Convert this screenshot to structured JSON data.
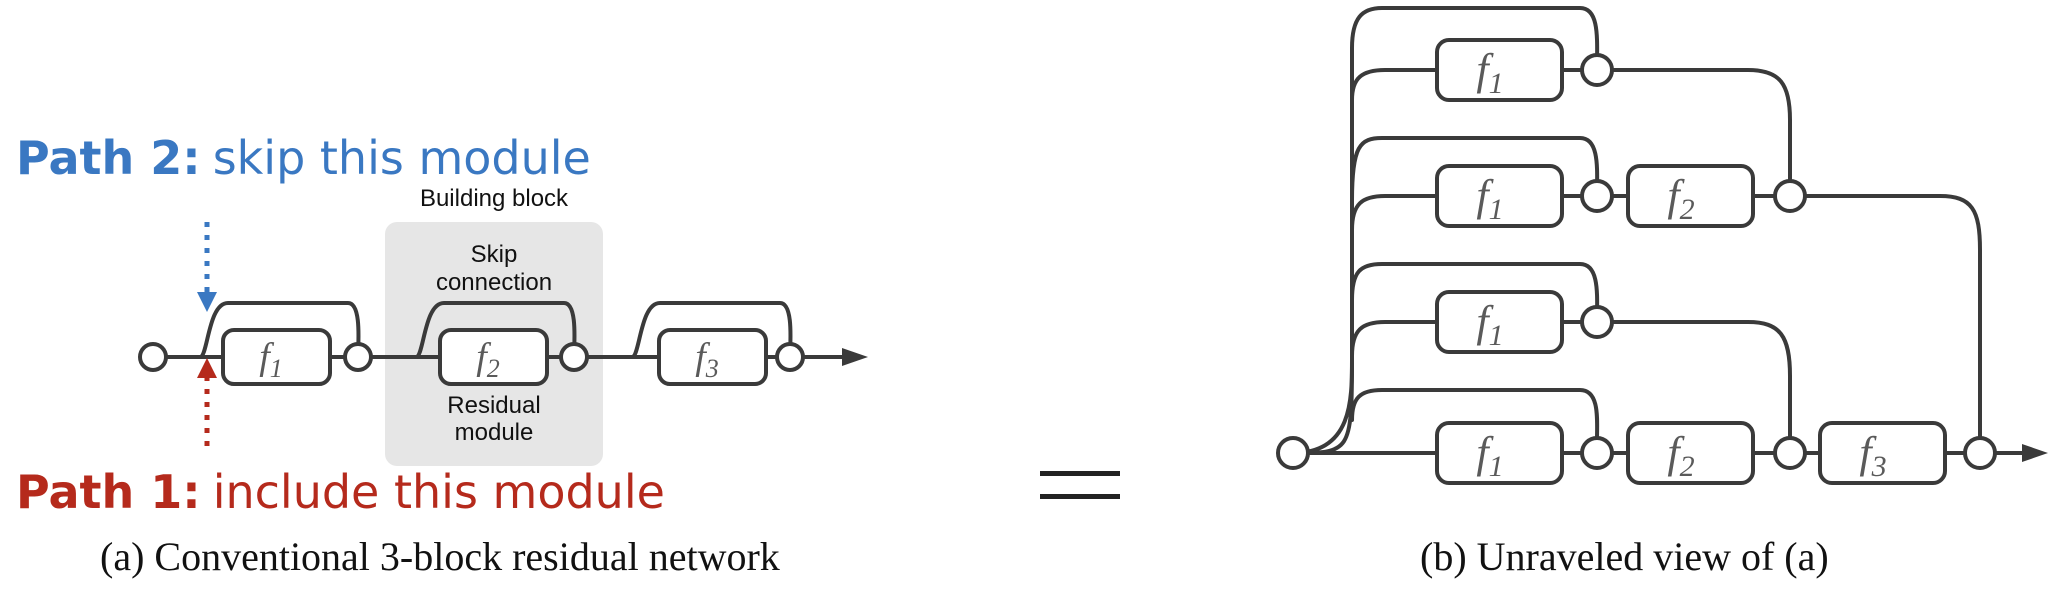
{
  "colors": {
    "path2": "#3a78c2",
    "path1": "#b52a1c",
    "block_bg": "#e6e6e6",
    "stroke": "#3a3a3a"
  },
  "left": {
    "path2_label": "Path 2:",
    "path2_text": "skip this module",
    "path1_label": "Path 1:",
    "path1_text": "include this module",
    "building_block": "Building block",
    "skip_line1": "Skip",
    "skip_line2": "connection",
    "residual_line1": "Residual",
    "residual_line2": "module",
    "modules": [
      {
        "base": "f",
        "sub": "1"
      },
      {
        "base": "f",
        "sub": "2"
      },
      {
        "base": "f",
        "sub": "3"
      }
    ],
    "caption": "(a) Conventional 3-block residual network"
  },
  "equals": "=",
  "right": {
    "rows": [
      [
        {
          "base": "f",
          "sub": "1"
        }
      ],
      [
        {
          "base": "f",
          "sub": "1"
        },
        {
          "base": "f",
          "sub": "2"
        }
      ],
      [
        {
          "base": "f",
          "sub": "1"
        }
      ],
      [
        {
          "base": "f",
          "sub": "1"
        },
        {
          "base": "f",
          "sub": "2"
        },
        {
          "base": "f",
          "sub": "3"
        }
      ]
    ],
    "caption": "(b) Unraveled view of (a)"
  }
}
